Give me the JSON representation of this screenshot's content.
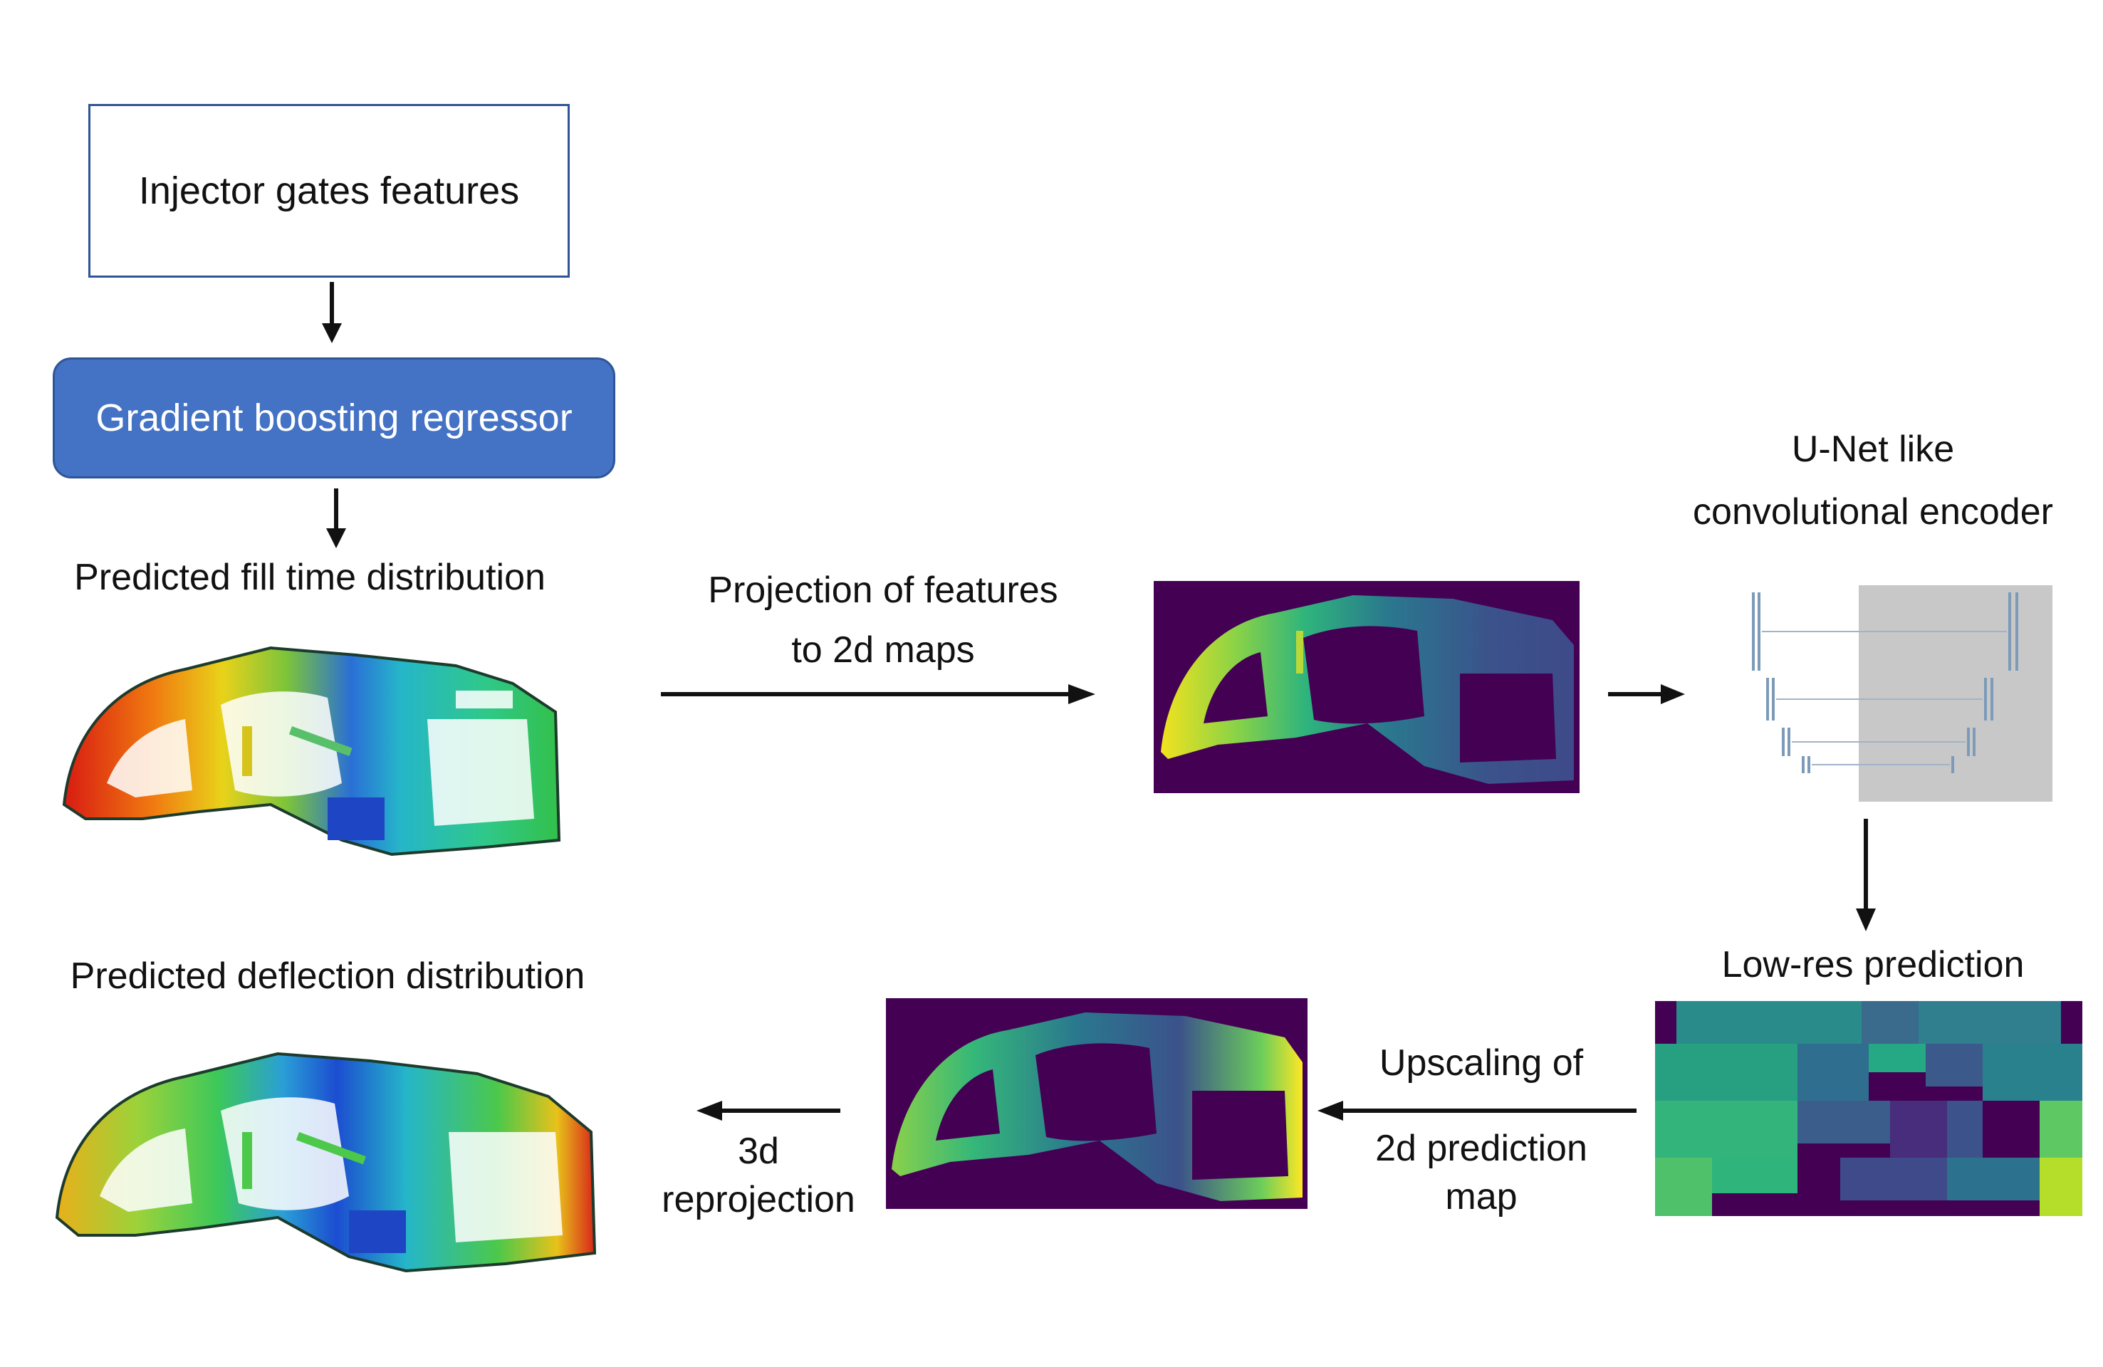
{
  "flow": {
    "input_box": "Injector gates features",
    "regressor_box": "Gradient boosting regressor",
    "fill_time_label": "Predicted fill time distribution",
    "projection_label_1": "Projection of features",
    "projection_label_2": "to 2d maps",
    "unet_label_1": "U-Net like",
    "unet_label_2": "convolutional encoder",
    "lowres_label": "Low-res prediction",
    "upscale_label_1": "Upscaling of",
    "upscale_label_2": "2d prediction",
    "upscale_label_3": "map",
    "reproj_label_1": "3d",
    "reproj_label_2": "reprojection",
    "deflection_label": "Predicted deflection distribution"
  },
  "colors": {
    "box_fill": "#4472c4",
    "box_border": "#2f5597",
    "arrow": "#111111",
    "map_background": "#440154",
    "unet_shade": "#c8c8c8"
  },
  "icons": [
    "arrow-down-icon",
    "arrow-right-icon",
    "arrow-left-icon"
  ]
}
